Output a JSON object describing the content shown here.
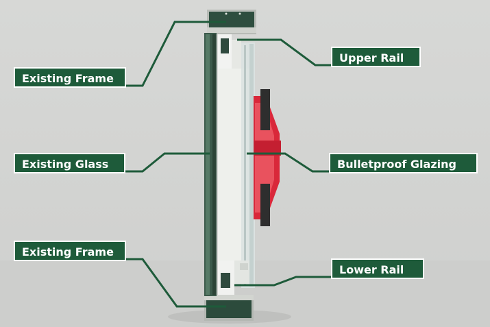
{
  "labels": {
    "existing_frame_top": "Existing Frame",
    "existing_glass": "Existing Glass",
    "existing_frame_bottom": "Existing Frame",
    "upper_rail": "Upper Rail",
    "bulletproof_glazing": "Bulletproof Glazing",
    "lower_rail": "Lower Rail"
  },
  "colors": {
    "label_background": "#1e5b3a",
    "label_text": "#ffffff",
    "leader_line": "#1e5b3a",
    "background": "#d5d6d4",
    "frame_metal": "#c9ccc8",
    "glass_edge": "#2f4a3e",
    "clip_red": "#d9283a"
  }
}
